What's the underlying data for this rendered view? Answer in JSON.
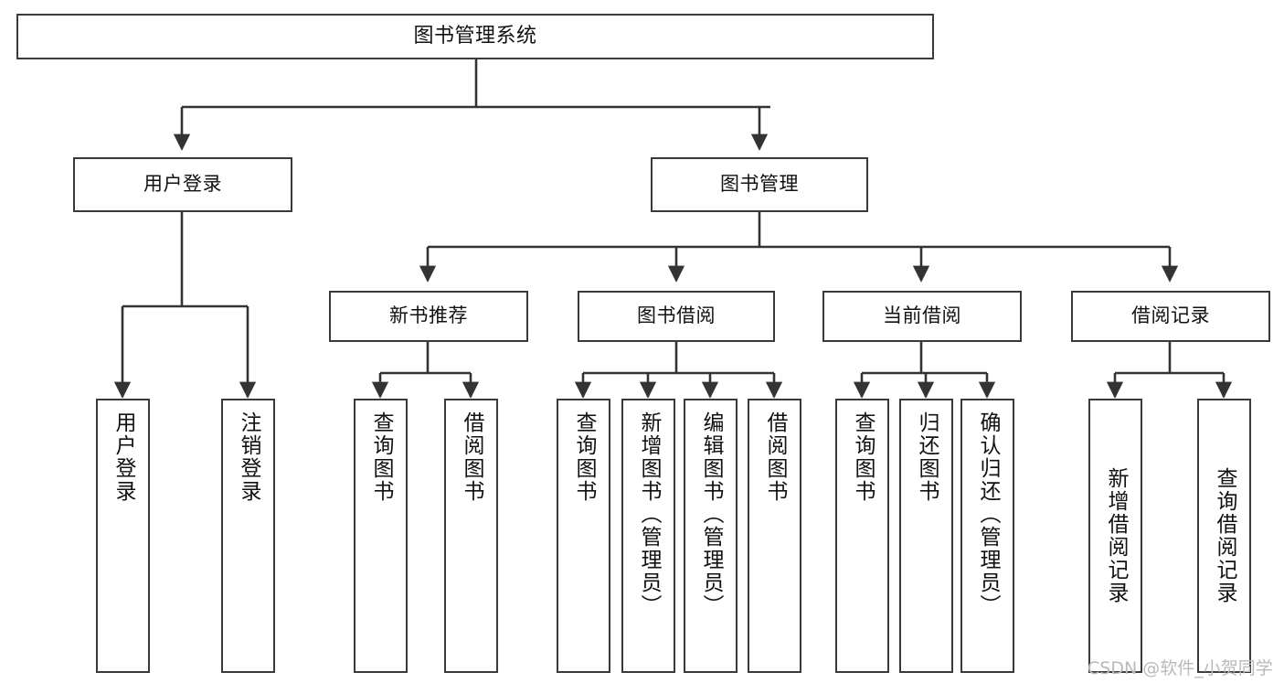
{
  "diagram": {
    "type": "tree",
    "title": "图书管理系统",
    "orientation": "top-down",
    "edge_style": "orthogonal-arrow",
    "colors": {
      "node_border": "#3a3a3a",
      "node_fill": "#ffffff",
      "edge": "#333333",
      "text": "#111111",
      "watermark": "#b9b9b9",
      "background": "#ffffff"
    }
  },
  "root": {
    "label": "图书管理系统"
  },
  "level2": {
    "user_login": {
      "label": "用户登录"
    },
    "book_manage": {
      "label": "图书管理"
    }
  },
  "level3": {
    "new_book_recommend": {
      "label": "新书推荐"
    },
    "book_borrow": {
      "label": "图书借阅"
    },
    "current_borrow": {
      "label": "当前借阅"
    },
    "borrow_record": {
      "label": "借阅记录"
    }
  },
  "leaves": {
    "user_login": [
      {
        "label": "用户登录"
      },
      {
        "label": "注销登录"
      }
    ],
    "new_book_recommend": [
      {
        "label": "查询图书"
      },
      {
        "label": "借阅图书"
      }
    ],
    "book_borrow": [
      {
        "label": "查询图书"
      },
      {
        "label": "新增图书（管理员）"
      },
      {
        "label": "编辑图书（管理员）"
      },
      {
        "label": "借阅图书"
      }
    ],
    "current_borrow": [
      {
        "label": "查询图书"
      },
      {
        "label": "归还图书"
      },
      {
        "label": "确认归还（管理员）"
      }
    ],
    "borrow_record": [
      {
        "label": "新增借阅记录"
      },
      {
        "label": "查询借阅记录"
      }
    ]
  },
  "watermark": {
    "text": "CSDN @软件_小贺同学"
  }
}
